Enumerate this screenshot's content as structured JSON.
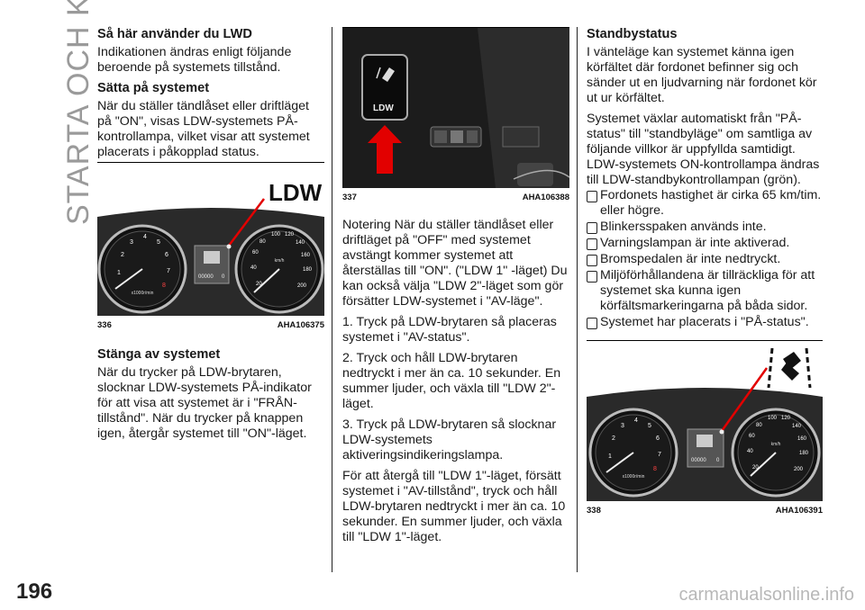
{
  "sidebar": {
    "section_title": "STARTA OCH KÖRA"
  },
  "page": {
    "number": "196",
    "watermark": "carmanualsonline.info"
  },
  "col1": {
    "h1": "Så här använder du LWD",
    "p1": "Indikationen ändras enligt följande beroende på systemets tillstånd.",
    "h2": "Sätta på systemet",
    "p2": "När du ställer tändlåset eller driftläget på \"ON\", visas LDW-systemets PÅ-kontrollampa, vilket visar att systemet placerats i påkopplad status.",
    "h3": "Stänga av systemet",
    "p3": "När du trycker på LDW-brytaren, slocknar LDW-systemets PÅ-indikator för att visa att systemet är i \"FRÅN-tillstånd\". När du trycker på knappen igen, återgår systemet till \"ON\"-läget."
  },
  "col2": {
    "p1": "Notering När du ställer tändlåset eller driftläget på \"OFF\" med systemet avstängt kommer systemet att återställas till \"ON\". (\"LDW 1\" -läget) Du kan också välja \"LDW 2\"-läget som gör försätter LDW-systemet i \"AV-läge\".",
    "p2": "1. Tryck på LDW-brytaren så placeras systemet i \"AV-status\".",
    "p3": "2. Tryck och håll LDW-brytaren nedtryckt i mer än ca. 10 sekunder. En summer ljuder, och växla till \"LDW 2\"-läget.",
    "p4": "3. Tryck på LDW-brytaren så slocknar LDW-systemets aktiveringsindikeringslampa.",
    "p5": "För att återgå till \"LDW 1\"-läget, försätt systemet i \"AV-tillstånd\", tryck och håll LDW-brytaren nedtryckt i mer än ca. 10 sekunder. En summer ljuder, och växla till \"LDW 1\"-läget."
  },
  "col3": {
    "h1": "Standbystatus",
    "p1": "I vänteläge kan systemet känna igen körfältet där fordonet befinner sig och sänder ut en ljudvarning när fordonet kör ut ur körfältet.",
    "p2": "Systemet växlar automatiskt från \"PÅ-status\" till \"standbyläge\" om samtliga av följande villkor är uppfyllda samtidigt. LDW-systemets ON-kontrollampa ändras till LDW-standbykontrollampan (grön).",
    "conditions": [
      "Fordonets hastighet är cirka 65 km/tim. eller högre.",
      "Blinkersspaken används inte.",
      "Varningslampan är inte aktiverad.",
      "Bromspedalen är inte nedtryckt.",
      "Miljöförhållandena är tillräckliga för att systemet ska kunna igen körfältsmarkeringarna på båda sidor.",
      "Systemet har placerats i \"PÅ-status\"."
    ]
  },
  "figures": {
    "fig336": {
      "num": "336",
      "code": "AHA106375",
      "label": "LDW"
    },
    "fig337": {
      "num": "337",
      "code": "AHA106388",
      "label": "LDW"
    },
    "fig338": {
      "num": "338",
      "code": "AHA106391"
    }
  },
  "gauges": {
    "tach": [
      "1",
      "2",
      "3",
      "4",
      "5",
      "6",
      "7",
      "8"
    ],
    "tach_unit": "x1000r/min",
    "speedo": [
      "20",
      "40",
      "60",
      "80",
      "100",
      "120",
      "140",
      "160",
      "180",
      "200"
    ],
    "speedo_unit": "km/h",
    "odometer": "00000",
    "trip": "0"
  }
}
